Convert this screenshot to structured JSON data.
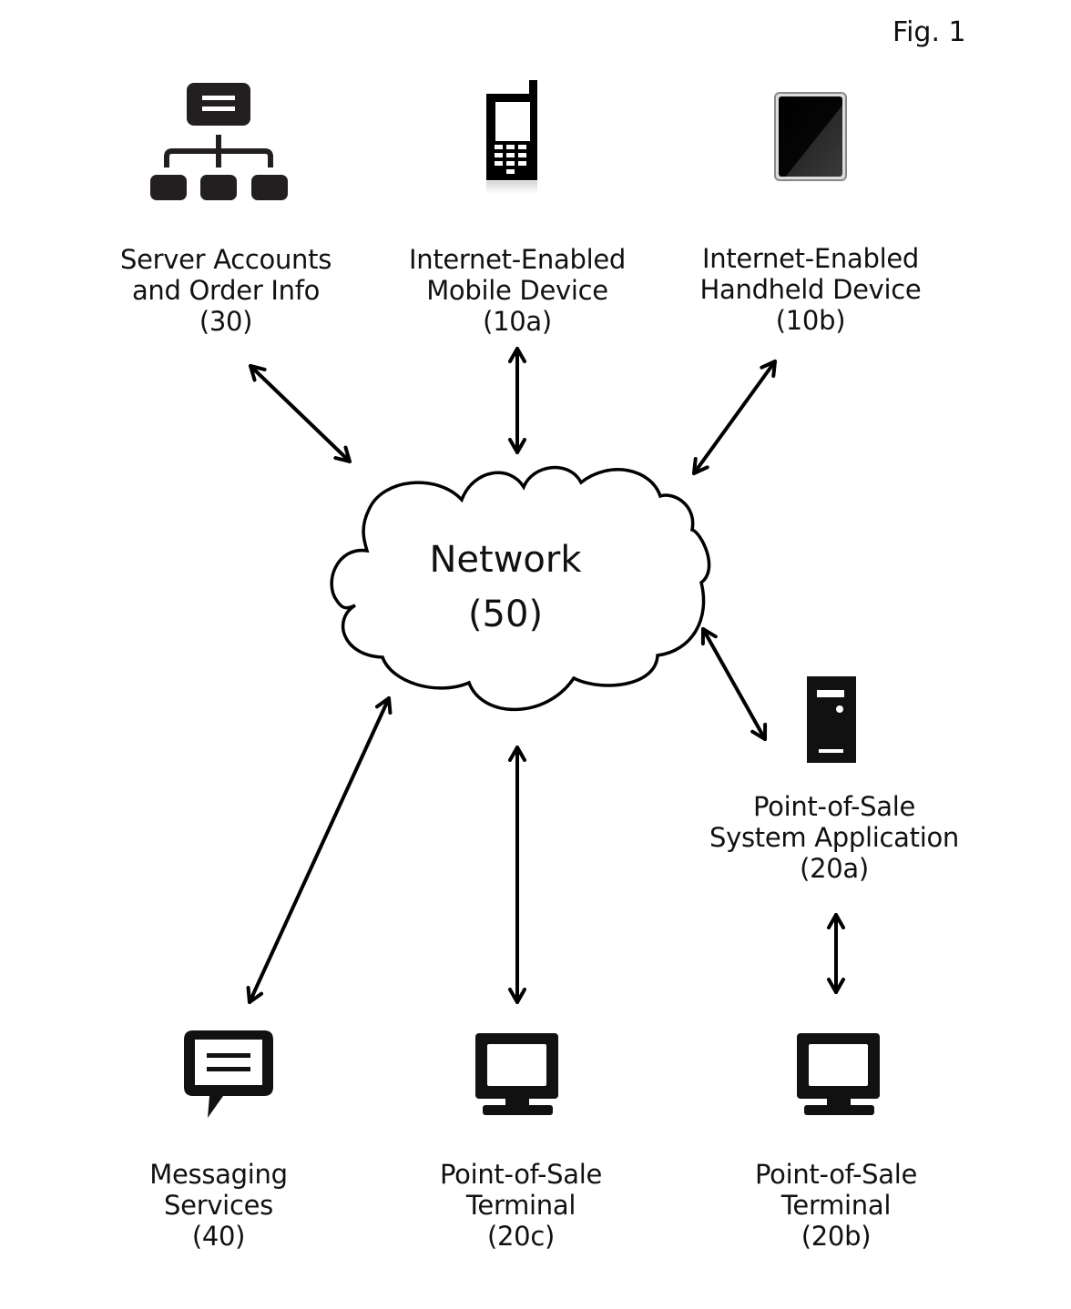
{
  "figure_label": "Fig. 1",
  "network": {
    "title": "Network",
    "ref": "(50)"
  },
  "nodes": [
    {
      "id": "server",
      "icon": "hierarchy-server-icon",
      "lines": [
        "Server Accounts",
        "and Order Info"
      ],
      "ref": "(30)"
    },
    {
      "id": "mobile",
      "icon": "mobile-phone-icon",
      "lines": [
        "Internet-Enabled",
        "Mobile Device"
      ],
      "ref": "(10a)"
    },
    {
      "id": "handheld",
      "icon": "tablet-icon",
      "lines": [
        "Internet-Enabled",
        "Handheld Device"
      ],
      "ref": "(10b)"
    },
    {
      "id": "pos-app",
      "icon": "server-tower-icon",
      "lines": [
        "Point-of-Sale",
        "System Application"
      ],
      "ref": "(20a)"
    },
    {
      "id": "messaging",
      "icon": "chat-bubble-icon",
      "lines": [
        "Messaging",
        "Services"
      ],
      "ref": "(40)"
    },
    {
      "id": "pos-terminal-c",
      "icon": "monitor-icon",
      "lines": [
        "Point-of-Sale",
        "Terminal"
      ],
      "ref": "(20c)"
    },
    {
      "id": "pos-terminal-b",
      "icon": "monitor-icon",
      "lines": [
        "Point-of-Sale",
        "Terminal"
      ],
      "ref": "(20b)"
    }
  ],
  "connections": [
    {
      "from": "server",
      "to": "network",
      "type": "bidirectional"
    },
    {
      "from": "mobile",
      "to": "network",
      "type": "bidirectional"
    },
    {
      "from": "handheld",
      "to": "network",
      "type": "bidirectional"
    },
    {
      "from": "pos-app",
      "to": "network",
      "type": "bidirectional"
    },
    {
      "from": "messaging",
      "to": "network",
      "type": "bidirectional"
    },
    {
      "from": "pos-terminal-c",
      "to": "network",
      "type": "bidirectional"
    },
    {
      "from": "pos-terminal-b",
      "to": "pos-app",
      "type": "bidirectional"
    }
  ]
}
